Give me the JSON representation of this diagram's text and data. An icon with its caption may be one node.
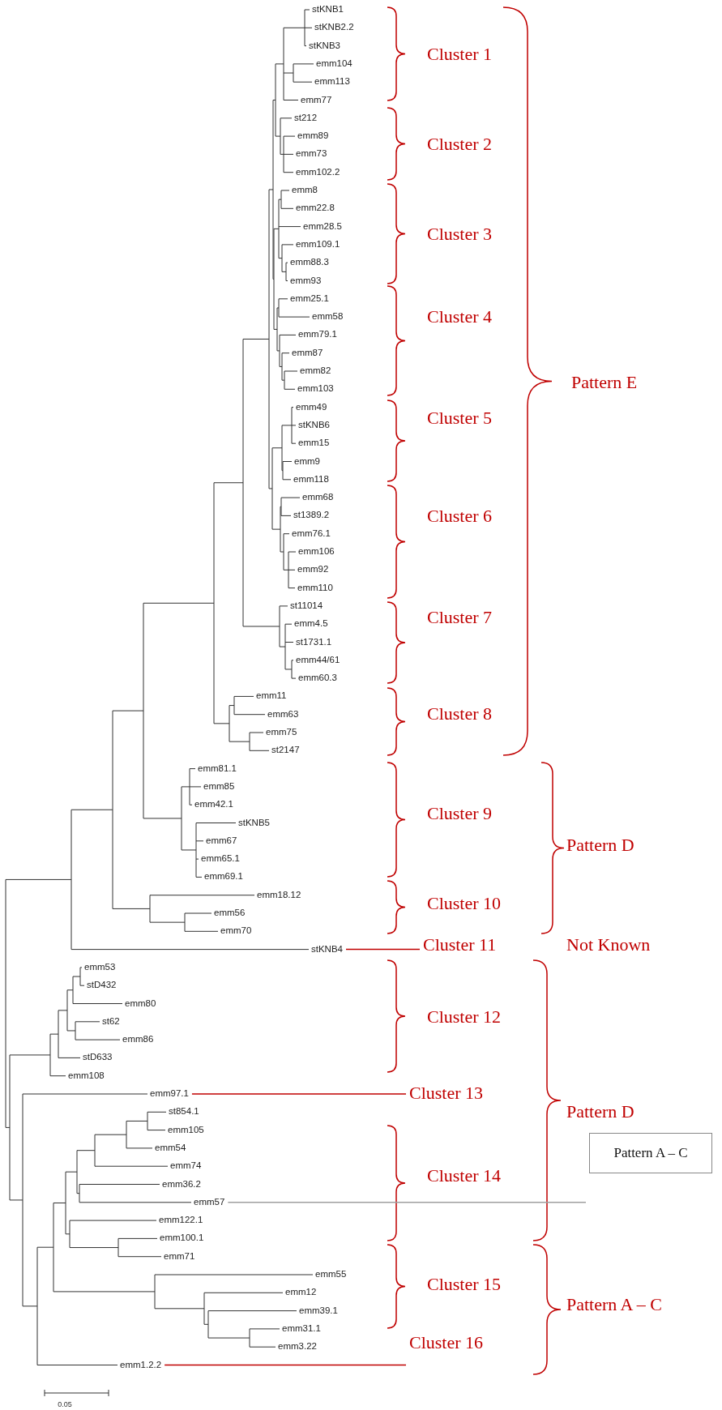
{
  "diagram": {
    "nodes": [
      {
        "text": [
          "stKNB4"
        ]
      },
      {
        "text": [
          "Cluster 11"
        ]
      },
      {
        "text": [
          "emm97.1"
        ]
      },
      {
        "text": [
          "Cluster 13"
        ]
      },
      {
        "text": [
          "emm57"
        ]
      },
      {
        "text": [
          "Pattern A – C"
        ]
      },
      {
        "text": [
          "emm1.2.2"
        ]
      },
      {
        "text": [
          "Cluster 16"
        ]
      }
    ],
    "edges": [
      {
        "from": 0,
        "to": 1,
        "arrow": "none"
      },
      {
        "from": 2,
        "to": 3,
        "arrow": "none"
      },
      {
        "from": 4,
        "to": 5,
        "arrow": "none",
        "color": "#a0a0a0"
      },
      {
        "from": 6,
        "to": 7,
        "arrow": "none"
      }
    ],
    "labels": [
      "stKNB1",
      "stKNB2.2",
      "stKNB3",
      "emm104",
      "emm113",
      "emm77",
      "st212",
      "emm89",
      "emm73",
      "emm102.2",
      "emm8",
      "emm22.8",
      "emm28.5",
      "emm109.1",
      "emm88.3",
      "emm93",
      "emm25.1",
      "emm58",
      "emm79.1",
      "emm87",
      "emm82",
      "emm103",
      "emm49",
      "stKNB6",
      "emm15",
      "emm9",
      "emm118",
      "emm68",
      "st1389.2",
      "emm76.1",
      "emm106",
      "emm92",
      "emm110",
      "st11014",
      "emm4.5",
      "st1731.1",
      "emm44/61",
      "emm60.3",
      "emm11",
      "emm63",
      "emm75",
      "st2147",
      "emm81.1",
      "emm85",
      "emm42.1",
      "stKNB5",
      "emm67",
      "emm65.1",
      "emm69.1",
      "emm18.12",
      "emm56",
      "emm70",
      "emm53",
      "stD432",
      "emm80",
      "st62",
      "emm86",
      "stD633",
      "emm108",
      "st854.1",
      "emm105",
      "emm54",
      "emm74",
      "emm36.2",
      "emm122.1",
      "emm100.1",
      "emm71",
      "emm55",
      "emm12",
      "emm39.1",
      "emm31.1",
      "emm3.22",
      "Cluster 1",
      "Cluster 2",
      "Cluster 3",
      "Cluster 4",
      "Cluster 5",
      "Cluster 6",
      "Cluster 7",
      "Cluster 8",
      "Cluster 9",
      "Cluster 10",
      "Pattern E",
      "Pattern D",
      "Not Known",
      "Cluster 12",
      "Cluster 14",
      "Pattern D",
      "Cluster 15",
      "Pattern A – C",
      "0.05"
    ]
  }
}
